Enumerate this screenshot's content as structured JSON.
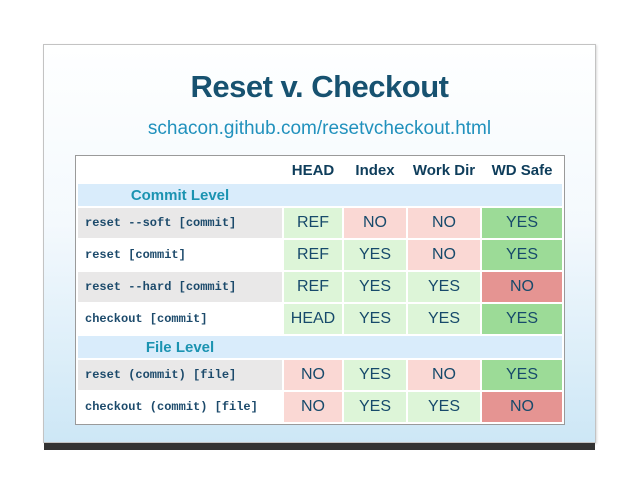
{
  "slide": {
    "title": "Reset v. Checkout",
    "subtitle": "schacon.github.com/resetvcheckout.html"
  },
  "table": {
    "columns": [
      "",
      "HEAD",
      "Index",
      "Work Dir",
      "WD Safe"
    ],
    "sections": [
      {
        "label": "Commit Level",
        "rows": [
          {
            "command": "reset --soft [commit]",
            "cells": [
              {
                "text": "REF",
                "color": "green_light"
              },
              {
                "text": "NO",
                "color": "red_light"
              },
              {
                "text": "NO",
                "color": "red_light"
              },
              {
                "text": "YES",
                "color": "green_strong"
              }
            ]
          },
          {
            "command": "reset [commit]",
            "cells": [
              {
                "text": "REF",
                "color": "green_light"
              },
              {
                "text": "YES",
                "color": "green_light"
              },
              {
                "text": "NO",
                "color": "red_light"
              },
              {
                "text": "YES",
                "color": "green_strong"
              }
            ]
          },
          {
            "command": "reset --hard [commit]",
            "cells": [
              {
                "text": "REF",
                "color": "green_light"
              },
              {
                "text": "YES",
                "color": "green_light"
              },
              {
                "text": "YES",
                "color": "green_light"
              },
              {
                "text": "NO",
                "color": "red_strong"
              }
            ]
          },
          {
            "command": "checkout [commit]",
            "cells": [
              {
                "text": "HEAD",
                "color": "green_light"
              },
              {
                "text": "YES",
                "color": "green_light"
              },
              {
                "text": "YES",
                "color": "green_light"
              },
              {
                "text": "YES",
                "color": "green_strong"
              }
            ]
          }
        ]
      },
      {
        "label": "File Level",
        "rows": [
          {
            "command": "reset (commit) [file]",
            "cells": [
              {
                "text": "NO",
                "color": "red_light"
              },
              {
                "text": "YES",
                "color": "green_light"
              },
              {
                "text": "NO",
                "color": "red_light"
              },
              {
                "text": "YES",
                "color": "green_strong"
              }
            ]
          },
          {
            "command": "checkout (commit) [file]",
            "cells": [
              {
                "text": "NO",
                "color": "red_light"
              },
              {
                "text": "YES",
                "color": "green_light"
              },
              {
                "text": "YES",
                "color": "green_light"
              },
              {
                "text": "NO",
                "color": "red_strong"
              }
            ]
          }
        ]
      }
    ]
  },
  "colors": {
    "green_light": "#ddf5d8",
    "red_light": "#fad8d4",
    "green_strong": "#9cdb97",
    "red_strong": "#e59492",
    "section_bg": "#d9ecfb",
    "title_text": "#175270",
    "subtitle_text": "#2191bd",
    "header_text": "#0e3d5b",
    "section_text": "#1b93b1",
    "command_text": "#1c4a6b",
    "value_text": "#174a6b",
    "slide_bg_bottom": "#cde7f6",
    "bottom_bar": "#333333"
  }
}
